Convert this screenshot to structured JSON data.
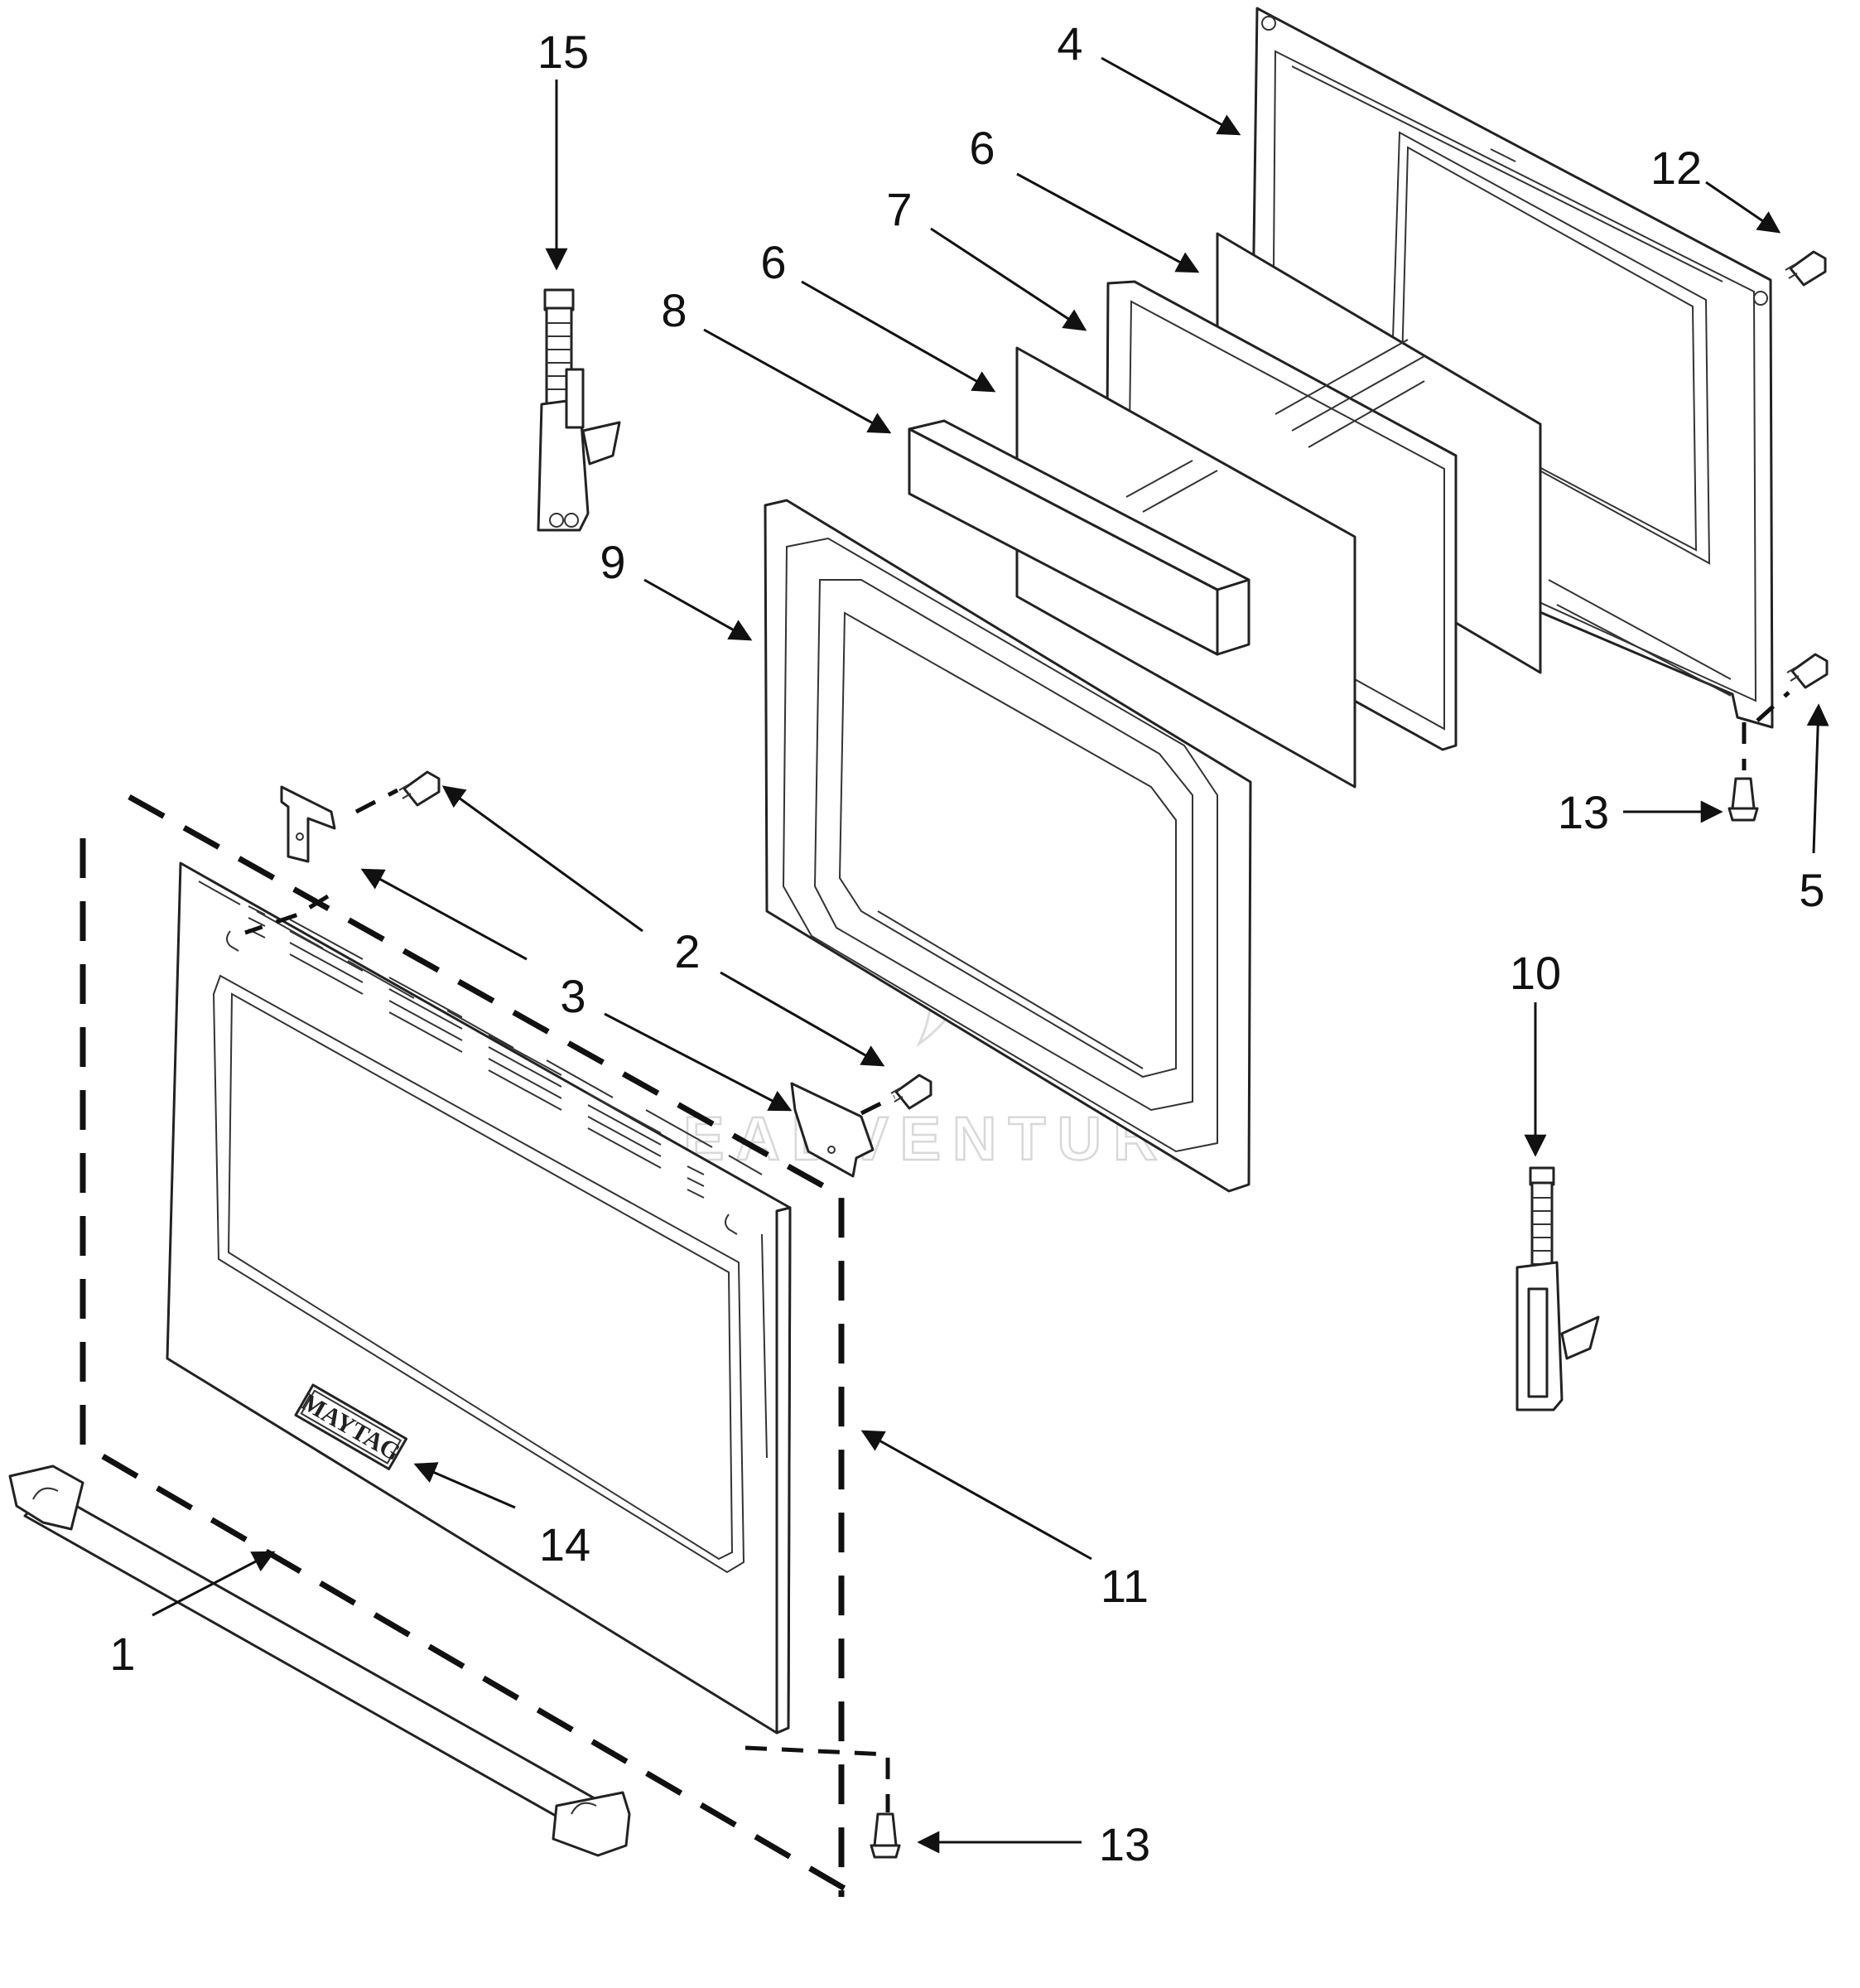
{
  "callouts": {
    "c1": "1",
    "c2": "2",
    "c3": "3",
    "c4": "4",
    "c5": "5",
    "c6a": "6",
    "c6b": "6",
    "c7": "7",
    "c8": "8",
    "c9": "9",
    "c10": "10",
    "c11": "11",
    "c12": "12",
    "c13a": "13",
    "c13b": "13",
    "c14": "14",
    "c15": "15"
  },
  "badge_text": "MAYTAG",
  "watermark": "EADVENTURE"
}
